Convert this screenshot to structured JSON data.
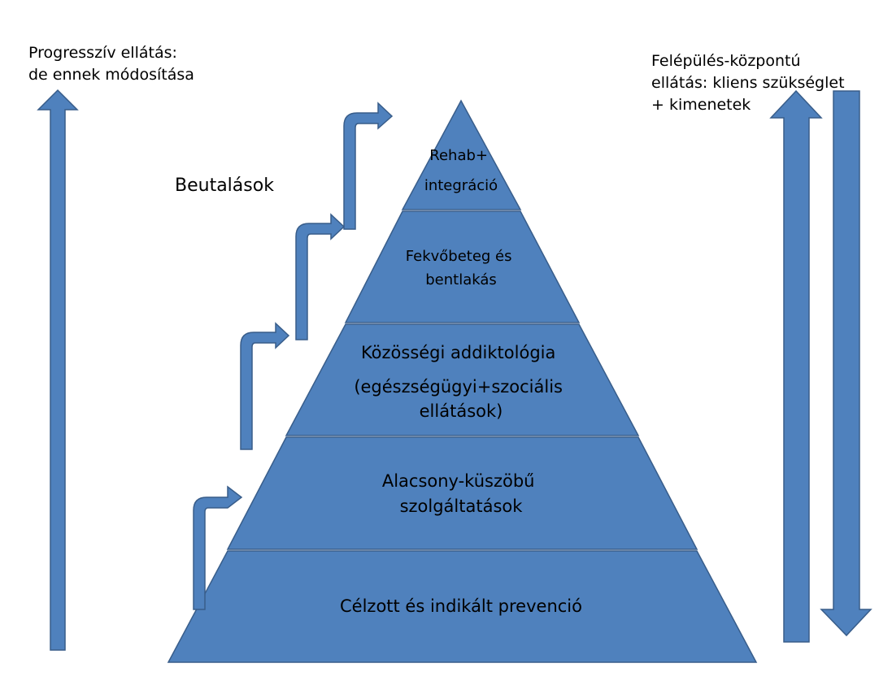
{
  "left_note": {
    "lines": [
      "Progresszív ellátás:",
      "de ennek módosítása"
    ]
  },
  "right_note": {
    "lines": [
      "Felépülés-központú",
      "ellátás: kliens szükséglet",
      "+ kimenetek"
    ]
  },
  "referrals_label": "Beutalások",
  "tiers": [
    {
      "lines": [
        "Rehab+",
        "integráció"
      ]
    },
    {
      "lines": [
        "Fekvőbeteg és",
        "bentlakás"
      ]
    },
    {
      "lines": [
        "Közösségi addiktológia",
        "(egészségügyi+szociális",
        "ellátások)"
      ]
    },
    {
      "lines": [
        "Alacsony-küszöbű",
        "szolgáltatások"
      ]
    },
    {
      "lines": [
        "Célzott és indikált prevenció"
      ]
    }
  ],
  "colors": {
    "fill": "#4f81bd",
    "stroke": "#385d8a",
    "text": "#000000"
  }
}
